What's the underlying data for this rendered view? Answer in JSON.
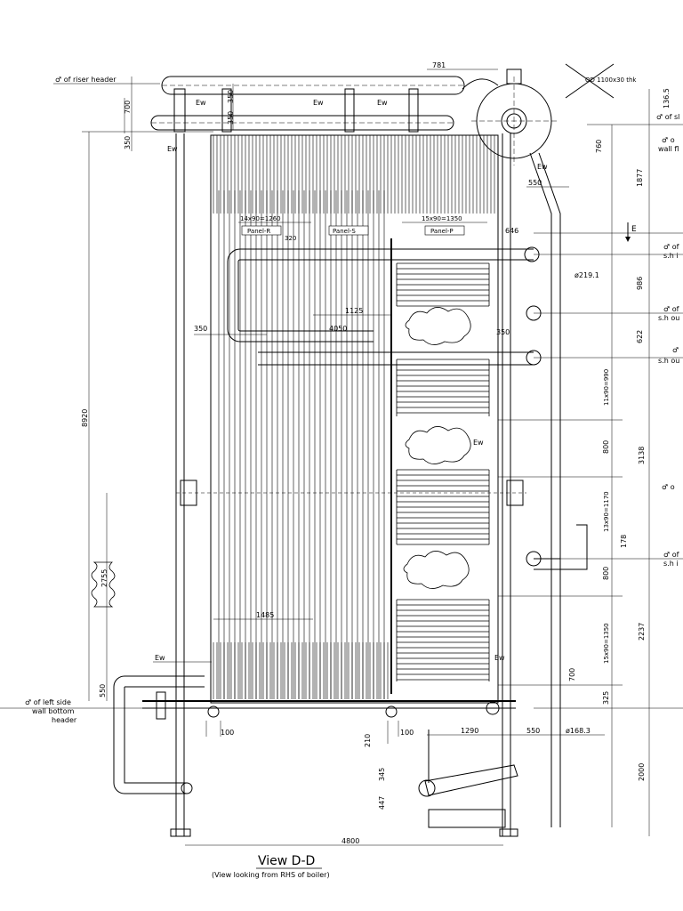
{
  "title": {
    "view": "View D-D",
    "subtitle": "(View looking from RHS of boiler)"
  },
  "labels": {
    "riser_header": "♂ of riser header",
    "left_wall_header": [
      "♂ of left side",
      "wall bottom",
      "header"
    ],
    "drum_od": "OD 1100x30 thk",
    "panel_r": "Panel-R",
    "panel_s": "Panel-S",
    "panel_p": "Panel-P",
    "ew": "Ew",
    "e": "E",
    "right_edge": [
      "♂ of sl",
      "♂ o",
      "wall fl",
      "♂ of",
      "s.h i",
      "♂ of",
      "s.h ou",
      "♂",
      "s.h ou",
      "♂ o",
      "♂ of",
      "s.h i"
    ]
  },
  "dimensions": {
    "d781": "781",
    "d700": "700",
    "d350a": "350",
    "d350b": "350",
    "d350c": "350",
    "d136": "136.5",
    "d760": "760",
    "d1877": "1877",
    "d550a": "550",
    "d14x90": "14x90=1260",
    "d15x90": "15x90=1350",
    "d320": "320",
    "d646": "646",
    "d219": "ø219.1",
    "d986": "986",
    "d1125": "1125",
    "d4050": "4050",
    "d350left": "350",
    "d350mid": "350",
    "d622": "622",
    "d11x90": "11x90=990",
    "d8920": "8920",
    "d800a": "800",
    "d3138": "3138",
    "d13x90": "13x90=1170",
    "d178": "178",
    "d2755": "2755",
    "d800b": "800",
    "d1485": "1485",
    "d2237": "2237",
    "d15x90b": "15x90=1350",
    "d700b": "700",
    "d550b": "550",
    "d325": "325",
    "d100a": "100",
    "d210": "210",
    "d100b": "100",
    "d1290": "1290",
    "d550c": "550",
    "d168": "ø168.3",
    "d2000": "2000",
    "d345": "345",
    "d447": "447",
    "d4800": "4800"
  }
}
